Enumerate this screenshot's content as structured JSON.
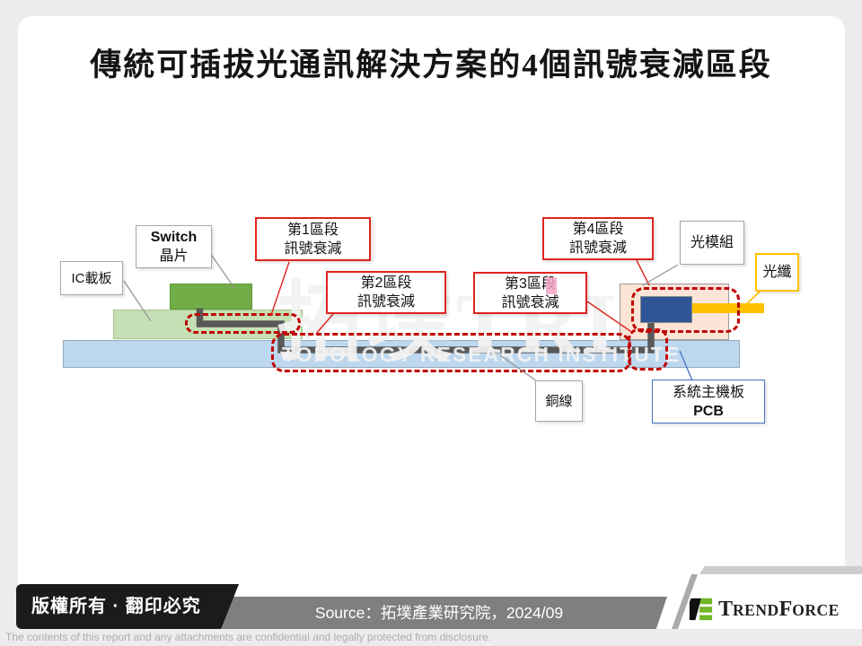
{
  "title": "傳統可插拔光通訊解決方案的4個訊號衰減區段",
  "watermark": {
    "big": "拓墣TRI",
    "small": "TOPOLOGY RESEARCH INSTITUTE"
  },
  "diagram": {
    "labels": {
      "ic_board": {
        "text": "IC載板"
      },
      "switch_chip": {
        "line1": "Switch",
        "line2": "晶片"
      },
      "seg1": {
        "line1": "第1區段",
        "line2": "訊號衰減"
      },
      "seg2": {
        "line1": "第2區段",
        "line2": "訊號衰減"
      },
      "seg3": {
        "line1": "第3區段",
        "line2": "訊號衰減"
      },
      "seg4": {
        "line1": "第4區段",
        "line2": "訊號衰減"
      },
      "optical_module": {
        "text": "光模組"
      },
      "optical_fiber": {
        "text": "光纖"
      },
      "copper_wire": {
        "text": "銅線"
      },
      "mainboard": {
        "line1": "系統主機板",
        "line2": "PCB"
      }
    },
    "colors": {
      "switch_chip": "#70AD47",
      "ic_substrate": "#C5E0B4",
      "pcb": "#BDD7EE",
      "optical_module": "#FCE4D6",
      "module_chip": "#2F5597",
      "fiber": "#FFC000",
      "copper_wire": "#595959",
      "attenuation_dash": "#C00000",
      "red_callout_border": "#E02420",
      "blue_callout_border": "#4472C4",
      "pink_highlight": "#F5A6C6"
    }
  },
  "footer": {
    "copyright": "版權所有 · 翻印必究",
    "source": "Source：拓墣產業研究院，2024/09",
    "brand": {
      "t1": "T",
      "t2": "REND",
      "t3": "F",
      "t4": "ORCE"
    },
    "disclaimer": "The contents of this report and any attachments are confidential and legally protected from disclosure."
  }
}
